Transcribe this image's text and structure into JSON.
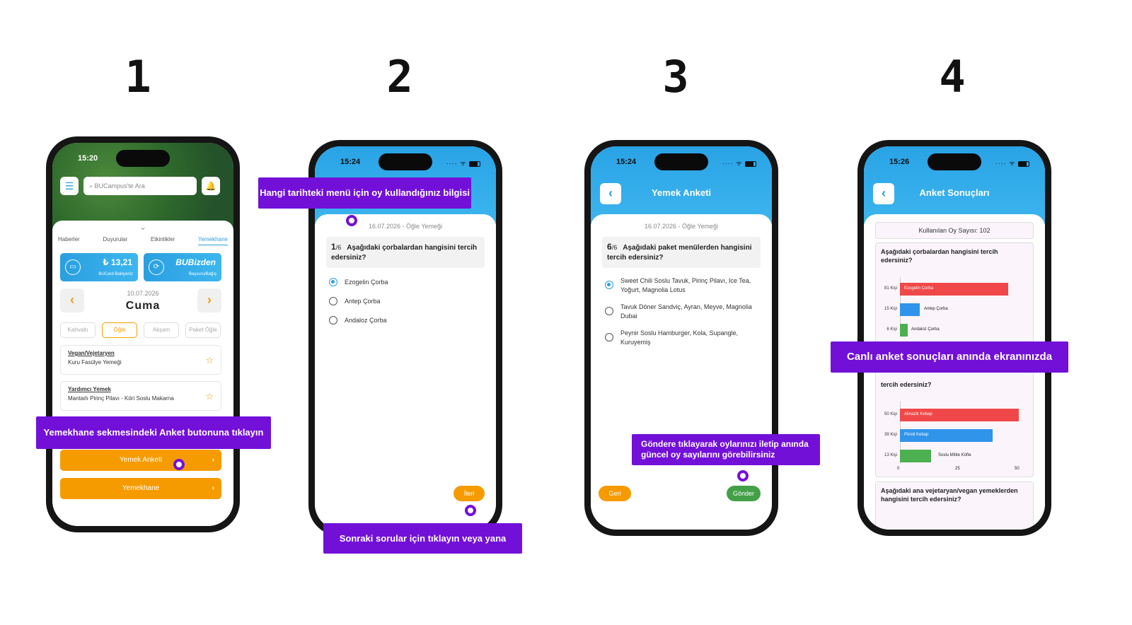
{
  "steps": [
    "1",
    "2",
    "3",
    "4"
  ],
  "callouts": {
    "c1": "Yemekhane sekmesindeki Anket butonuna tıklayın",
    "c2_top": "Hangi tarihteki menü için oy kullandığınız bilgisi",
    "c2_bottom": "Sonraki sorular için tıklayın veya yana kaydırın",
    "c3": "Göndere tıklayarak oylarınızı iletip anında güncel oy sayılarını görebilirsiniz",
    "c4": "Canlı anket sonuçları anında ekranınızda"
  },
  "phone1": {
    "time": "15:20",
    "search_placeholder": "BUCampus'te Ara",
    "tabs": [
      "Haberler",
      "Duyurular",
      "Etkinlikler",
      "Yemekhane"
    ],
    "card1": {
      "value": "₺ 13,21",
      "sub": "BUCard Bakiyeniz"
    },
    "card2": {
      "value": "BUBizden",
      "sub": "Başvuru/Bağış"
    },
    "date": "10.07.2026",
    "day": "Cuma",
    "meals": [
      "Kahvaltı",
      "Öğle",
      "Akşam",
      "Paket Öğle"
    ],
    "dishes": [
      {
        "title": "Vegan/Vejetaryen",
        "desc": "Kuru Fasülye Yemeği"
      },
      {
        "title": "Yardımcı Yemek",
        "desc": "Mantarlı Pirinç Pilavı - Köri Soslu Makarna"
      }
    ],
    "btn_survey": "Yemek Anketi",
    "btn_cafeteria": "Yemekhane"
  },
  "phone2": {
    "time": "15:24",
    "date_line": "16.07.2026 - Öğle Yemeği",
    "q_num": "1",
    "q_total": "/6",
    "question": "Aşağıdaki çorbalardan hangisini tercih edersiniz?",
    "options": [
      "Ezogelin Çorba",
      "Antep Çorba",
      "Andaloz Çorba"
    ],
    "next_btn": "İleri"
  },
  "phone3": {
    "time": "15:24",
    "title": "Yemek Anketi",
    "date_line": "16.07.2026 - Öğle Yemeği",
    "q_num": "6",
    "q_total": "/6",
    "question": "Aşağıdaki paket menülerden hangisini tercih edersiniz?",
    "options": [
      "Sweet Chili Soslu Tavuk, Pirinç Pilavı, Ice Tea, Yoğurt, Magnolia Lotus",
      "Tavuk Döner Sandviç, Ayran, Meyve, Magnolia Dubai",
      "Peynir Soslu Hamburger, Kola, Supangle, Kuruyemiş"
    ],
    "back_btn": "Geri",
    "send_btn": "Gönder"
  },
  "phone4": {
    "time": "15:26",
    "title": "Anket Sonuçları",
    "votes": "Kullanılan Oy Sayısı: 102",
    "q1": "Aşağıdaki çorbalardan hangisini tercih edersiniz?",
    "q1_bars": [
      {
        "label": "81 Kişi",
        "name": "Ezogelin Çorba",
        "value": 81,
        "color": "#f04848"
      },
      {
        "label": "15 Kişi",
        "name": "Antep Çorba",
        "value": 15,
        "color": "#2f94ea"
      },
      {
        "label": "6 Kişi",
        "name": "Andaloz Çorba",
        "value": 6,
        "color": "#4caf50"
      }
    ],
    "q2_tail": "tercih edersiniz?",
    "q2_bars": [
      {
        "label": "50 Kişi",
        "name": "Alinazik Kebap",
        "value": 50,
        "color": "#f04848"
      },
      {
        "label": "39 Kişi",
        "name": "Püreli Kebap",
        "value": 39,
        "color": "#2f94ea"
      },
      {
        "label": "13 Kişi",
        "name": "Soslu Mitite Köfte",
        "value": 13,
        "color": "#4caf50"
      }
    ],
    "q2_ticks": [
      "0",
      "25",
      "50"
    ],
    "q3": "Aşağıdaki ana vejetaryan/vegan yemeklerden hangisini tercih edersiniz?"
  }
}
